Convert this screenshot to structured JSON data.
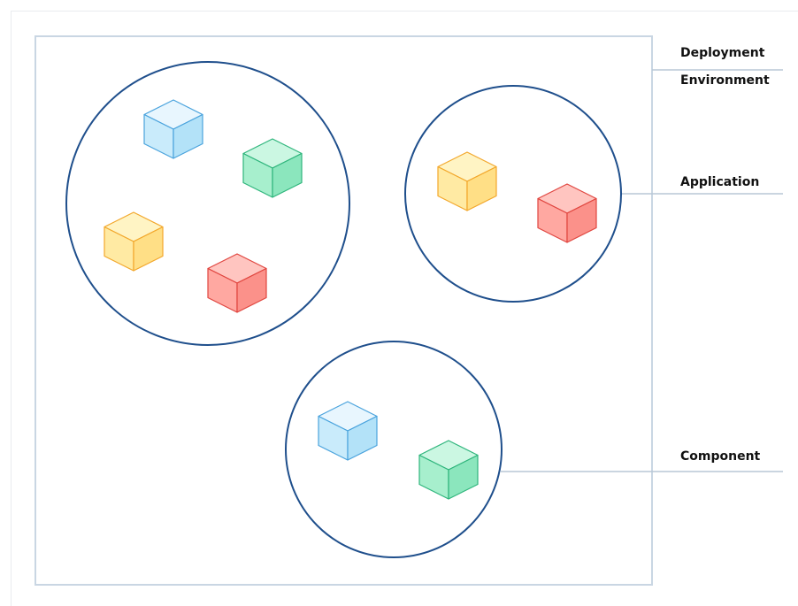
{
  "labels": {
    "deployment_line1": "Deployment",
    "deployment_line2": "Environment",
    "application": "Application",
    "component": "Component"
  },
  "colors": {
    "frame": "#c9d6e3",
    "leader": "#b8c7d6",
    "circle_stroke": "#1f4f8c",
    "label_text": "#111111"
  },
  "cube_palettes": {
    "blue": {
      "top": "#e8f6fe",
      "left": "#c9ebfb",
      "right": "#b3e2f8",
      "stroke": "#4aa3dd"
    },
    "green": {
      "top": "#cbf7e2",
      "left": "#a7efcd",
      "right": "#8be6bd",
      "stroke": "#2fb57c"
    },
    "yellow": {
      "top": "#fff4c4",
      "left": "#ffeaa3",
      "right": "#ffdf86",
      "stroke": "#f2a72b"
    },
    "red": {
      "top": "#ffc5c0",
      "left": "#ffa8a1",
      "right": "#fb918a",
      "stroke": "#e0453f"
    }
  },
  "applications": [
    {
      "id": "app-1",
      "cubes": [
        "blue",
        "green",
        "yellow",
        "red"
      ]
    },
    {
      "id": "app-2",
      "cubes": [
        "yellow",
        "red"
      ]
    },
    {
      "id": "app-3",
      "cubes": [
        "blue",
        "green"
      ]
    }
  ]
}
